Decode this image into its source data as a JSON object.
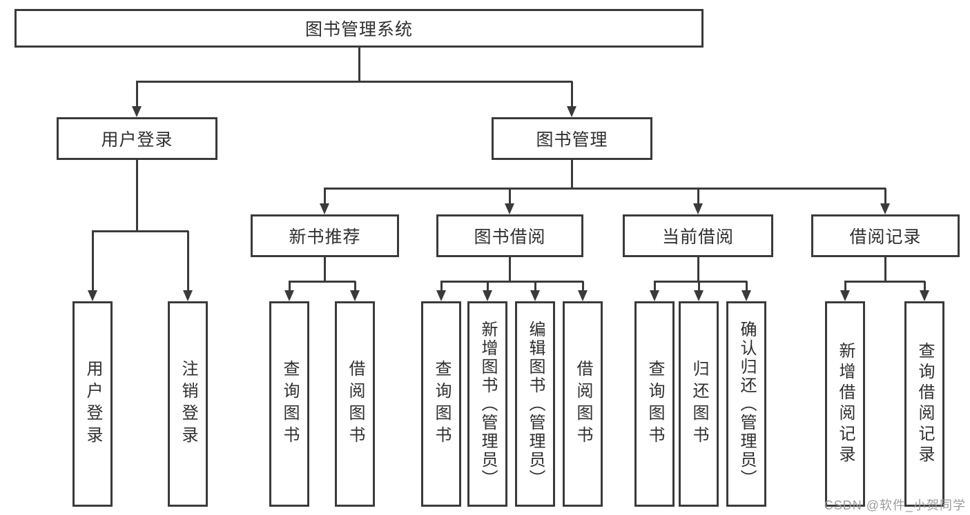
{
  "tree": {
    "root": "图书管理系统",
    "branches": [
      {
        "label": "用户登录",
        "children": [
          "用户登录",
          "注销登录"
        ]
      },
      {
        "label": "图书管理",
        "sections": [
          {
            "label": "新书推荐",
            "children": [
              "查询图书",
              "借阅图书"
            ]
          },
          {
            "label": "图书借阅",
            "children": [
              "查询图书",
              "新增图书（管理员）",
              "编辑图书（管理员）",
              "借阅图书"
            ]
          },
          {
            "label": "当前借阅",
            "children": [
              "查询图书",
              "归还图书",
              "确认归还（管理员）"
            ]
          },
          {
            "label": "借阅记录",
            "children": [
              "新增借阅记录",
              "查询借阅记录"
            ]
          }
        ]
      }
    ]
  },
  "watermark": "CSDN @软件_小贺同学",
  "colors": {
    "line": "#3a3a3a",
    "text": "#2f2f2f",
    "watermark": "#9b9b9b",
    "background": "#ffffff"
  }
}
